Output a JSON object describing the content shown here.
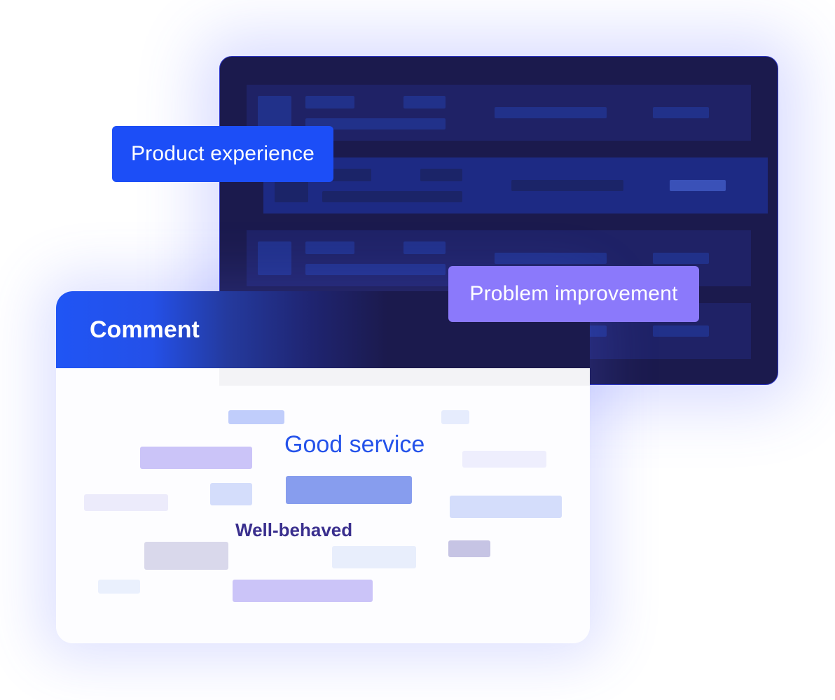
{
  "tags": {
    "product": "Product experience",
    "problem": "Problem improvement"
  },
  "comment_panel": {
    "title": "Comment",
    "words": {
      "primary": "Good service",
      "secondary": "Well-behaved"
    }
  },
  "colors": {
    "brand_blue": "#1c4ef7",
    "violet": "#8b79fb",
    "dark_navy": "#1b1a4d",
    "word_blue": "#2452ea",
    "word_indigo": "#3a2f8e"
  }
}
